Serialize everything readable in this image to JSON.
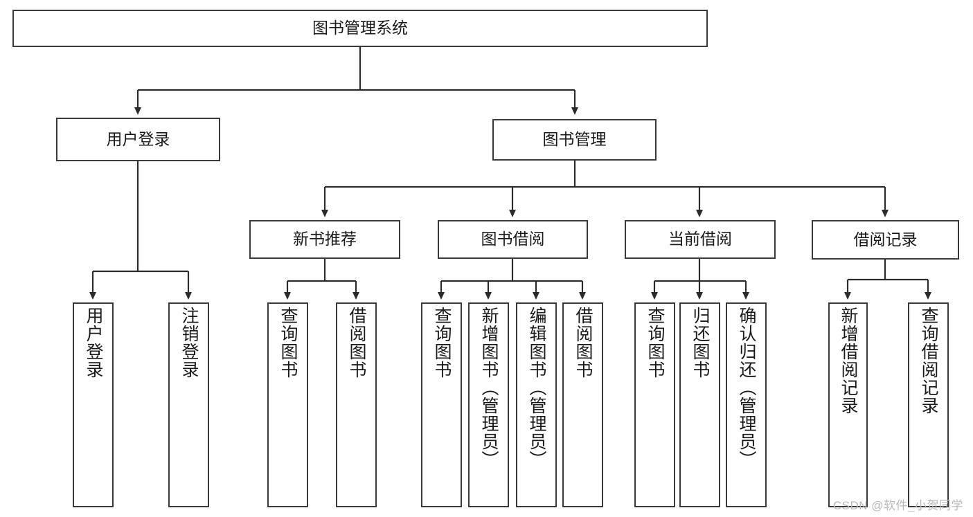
{
  "diagram": {
    "title": "图书管理系统",
    "type": "tree",
    "watermark": "CSDN @软件_小贺同学",
    "nodes": {
      "root": {
        "label": "图书管理系统"
      },
      "level2": [
        {
          "id": "user-login",
          "label": "用户登录"
        },
        {
          "id": "book-manage",
          "label": "图书管理"
        }
      ],
      "level3": [
        {
          "id": "new-book-recommend",
          "label": "新书推荐"
        },
        {
          "id": "book-borrow",
          "label": "图书借阅"
        },
        {
          "id": "current-borrow",
          "label": "当前借阅"
        },
        {
          "id": "borrow-record",
          "label": "借阅记录"
        }
      ],
      "leaves_user_login": [
        {
          "id": "leaf-user-login",
          "label": "用户登录"
        },
        {
          "id": "leaf-user-logout",
          "label": "注销登录"
        }
      ],
      "leaves_new_book": [
        {
          "id": "leaf-query-book-1",
          "label": "查询图书"
        },
        {
          "id": "leaf-borrow-book-1",
          "label": "借阅图书"
        }
      ],
      "leaves_book_borrow": [
        {
          "id": "leaf-query-book-2",
          "label": "查询图书"
        },
        {
          "id": "leaf-add-book",
          "label": "新增图书（管理员）"
        },
        {
          "id": "leaf-edit-book",
          "label": "编辑图书（管理员）"
        },
        {
          "id": "leaf-borrow-book-2",
          "label": "借阅图书"
        }
      ],
      "leaves_current_borrow": [
        {
          "id": "leaf-query-book-3",
          "label": "查询图书"
        },
        {
          "id": "leaf-return-book",
          "label": "归还图书"
        },
        {
          "id": "leaf-confirm-return",
          "label": "确认归还（管理员）"
        }
      ],
      "leaves_borrow_record": [
        {
          "id": "leaf-add-record",
          "label": "新增借阅记录"
        },
        {
          "id": "leaf-query-record",
          "label": "查询借阅记录"
        }
      ]
    },
    "colors": {
      "box_border": "#3a3a3a",
      "edge": "#2b2b2b",
      "text": "#1a1a1a",
      "background": "#ffffff",
      "watermark": "#b9b9b9"
    }
  }
}
